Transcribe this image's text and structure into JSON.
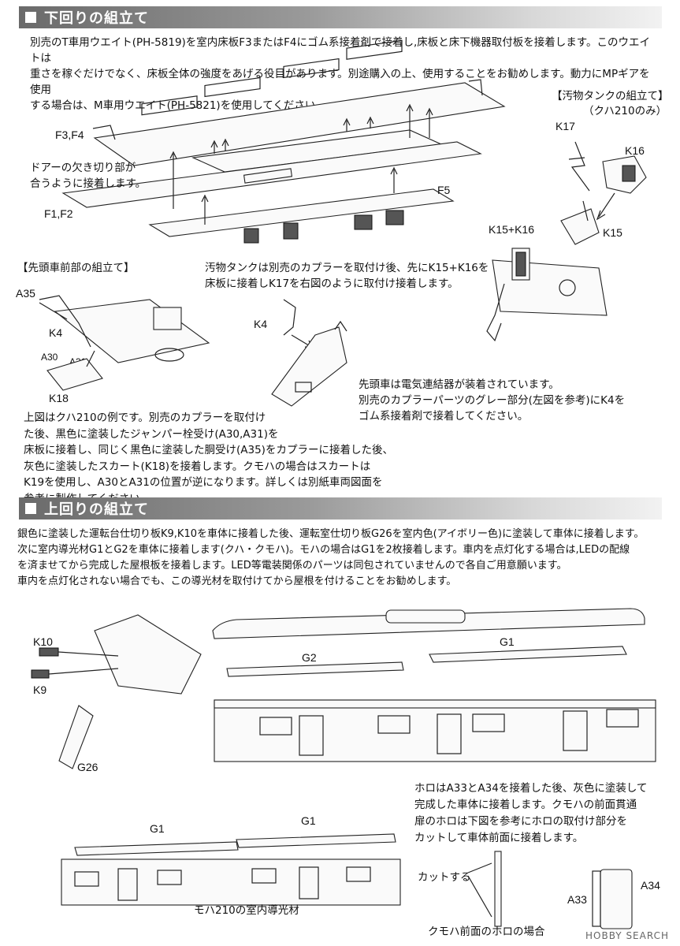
{
  "sections": {
    "lower": {
      "title": "下回りの組立て"
    },
    "upper": {
      "title": "上回りの組立て"
    }
  },
  "lower": {
    "intro": [
      "別売のT車用ウエイト(PH-5819)を室内床板F3またはF4にゴム系接着剤で接着し,床板と床下機器取付板を接着します。このウエイトは",
      "重さを稼ぐだけでなく、床板全体の強度をあげる役目があります。別途購入の上、使用することをお勧めします。動力にMPギアを使用",
      "する場合は、M車用ウエイト(PH-5821)を使用してください。"
    ],
    "labels": {
      "f3f4": "F3,F4",
      "f1f2": "F1,F2",
      "f5": "F5"
    },
    "door_note": [
      "ドアーの欠き切り部が",
      "合うように接着します。"
    ],
    "tank": {
      "title": "【汚物タンクの組立て】",
      "subtitle": "（クハ210のみ）",
      "parts": {
        "k17": "K17",
        "k16": "K16",
        "k15": "K15",
        "k15k16": "K15+K16"
      },
      "note": [
        "汚物タンクは別売のカプラーを取付け後、先にK15+K16を",
        "床板に接着しK17を右図のように取付け接着します。"
      ]
    },
    "front": {
      "title": "【先頭車前部の組立て】",
      "parts": {
        "a35": "A35",
        "k4": "K4",
        "a30": "A30",
        "a31": "A31",
        "k18": "K18",
        "k4b": "K4"
      },
      "coupler_note": [
        "先頭車は電気連結器が装着されています。",
        "別売のカプラーパーツのグレー部分(左図を参考)にK4を",
        "ゴム系接着剤で接着してください。"
      ],
      "note": [
        "上図はクハ210の例です。別売のカプラーを取付け",
        "た後、黒色に塗装したジャンパー栓受け(A30,A31)を",
        "床板に接着し、同じく黒色に塗装した胴受け(A35)をカプラーに接着した後、",
        "灰色に塗装したスカート(K18)を接着します。クモハの場合はスカートは",
        "K19を使用し、A30とA31の位置が逆になります。詳しくは別紙車両図面を",
        "参考に製作してください。"
      ]
    }
  },
  "upper": {
    "intro": [
      "銀色に塗装した運転台仕切り板K9,K10を車体に接着した後、運転室仕切り板G26を室内色(アイボリー色)に塗装して車体に接着します。",
      "次に室内導光材G1とG2を車体に接着します(クハ・クモハ)。モハの場合はG1を2枚接着します。車内を点灯化する場合は,LEDの配線",
      "を済ませてから完成した屋根板を接着します。LED等電装関係のパーツは同包されていませんので各自ご用意願います。",
      "車内を点灯化されない場合でも、この導光材を取付けてから屋根を付けることをお勧めします。"
    ],
    "parts": {
      "k10": "K10",
      "k9": "K9",
      "g26": "G26",
      "g2": "G2",
      "g1": "G1",
      "g1a": "G1",
      "g1b": "G1"
    },
    "moha_caption": "モハ210の室内導光材",
    "horo": {
      "note": [
        "ホロはA33とA34を接着した後、灰色に塗装して",
        "完成した車体に接着します。クモハの前面貫通",
        "扉のホロは下図を参考にホロの取付け部分を",
        "カットして車体前面に接着します。"
      ],
      "cut_label": "カットする",
      "a33": "A33",
      "a34": "A34",
      "caption": "クモハ前面のホロの場合"
    }
  },
  "watermark": "HOBBY SEARCH"
}
